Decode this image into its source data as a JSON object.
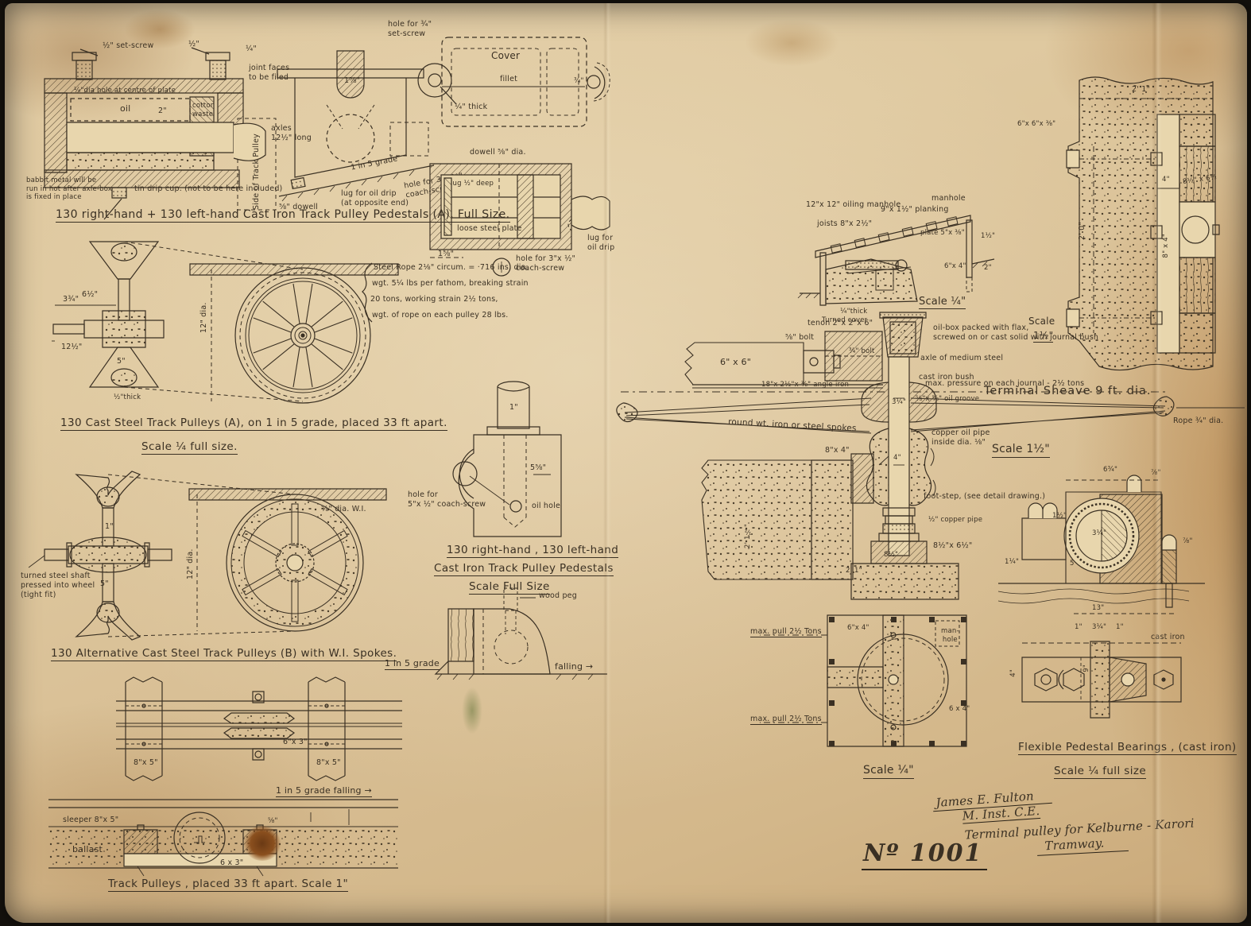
{
  "meta": {
    "ink": "#3a3023",
    "paper": "#dcc49f",
    "drawing_number": "Nº 1001"
  },
  "axlebox": {
    "set_screw": "½\" set-screw",
    "dim_half": "½\"",
    "dim_quarter": "¼\"",
    "center_hole": "¼\"dia hole at centre of plate",
    "oil": "oil",
    "dim_2": "2\"",
    "cotton1": "cotton",
    "cotton2": "waste",
    "joint1": "joint faces",
    "joint2": "to be filed",
    "side_label": "Side of Track Pulley",
    "axles1": "axles",
    "axles2": "12½\" long",
    "babbit1": "babbit metal will be",
    "babbit2": "run in hot after axle-box",
    "babbit3": "is fixed in place",
    "drip_cup": "tin drip cup. (not to be here included)"
  },
  "pedestal_front": {
    "bolt_dim": "1⅝\"",
    "grade": "1 in 5 grade",
    "dowell": "⅝\" dowell",
    "lug1": "lug for oil drip",
    "lug2": "(at opposite end)",
    "coach1": "hole for 3\"x ½\"",
    "coach2": "coach-screw"
  },
  "cover": {
    "hole1": "hole for ¾\"",
    "hole2": "set-screw",
    "title": "Cover",
    "fillet": "fillet",
    "thick": "¼\" thick",
    "dim": "¾\""
  },
  "body_section": {
    "dowell": "dowell ⅝\" dia.",
    "lug_deep": "lug ½\" deep",
    "loose_plate": "loose steel plate",
    "lug1": "lug for",
    "lug2": "oil drip",
    "dim": "1⅝\"",
    "coach1": "hole for 3\"x ½\"",
    "coach2": "coach-screw"
  },
  "caption_a": "130 right-hand + 130 left-hand Cast Iron Track Pulley Pedestals (A). Full Size.",
  "rope_note": {
    "l1": "Steel Rope 2⅛\" circum. = ·716 ins. dia.",
    "l2": "wgt. 5¼ lbs per fathom, breaking strain",
    "l3": "20 tons, working strain 2½ tons,",
    "l4": "wgt. of rope on each pulley 28 lbs."
  },
  "pulley_a": {
    "dim_658": "6½\"",
    "dim_334": "3¾\"",
    "dim_1212": "12½\"",
    "dim_5": "5\"",
    "thick": "½\"thick",
    "dia": "12\" dia.",
    "caption": "130 Cast Steel Track Pulleys (A), on 1 in 5 grade, placed 33 ft apart.",
    "scale": "Scale ¼ full size."
  },
  "pulley_b": {
    "note1": "turned steel shaft",
    "note2": "pressed into wheel",
    "note3": "(tight fit)",
    "dim_1": "1\"",
    "dim_5": "5\"",
    "dia": "12\" dia.",
    "spoke": "⅝\" dia. W.I.",
    "caption": "130 Alternative Cast Steel Track Pulleys (B) with W.I. Spokes."
  },
  "track_plan": {
    "sleeper_l": "8\"x 5\"",
    "sleeper_r": "8\"x 5\"",
    "beam": "6\"x 3\""
  },
  "track_section": {
    "grade": "1 in 5 grade falling →",
    "sleeper": "sleeper 8\"x 5\"",
    "ballast": "ballast",
    "beam": "6 x 3\"",
    "bolt": "⅝\"",
    "caption": "Track Pulleys , placed 33 ft apart.  Scale 1\""
  },
  "pedestal2": {
    "dim_1": "1\"",
    "dim_558": "5⅝\"",
    "oil_hole": "oil hole",
    "hole1": "hole for",
    "hole2": "5\"x ½\" coach-screw",
    "cap1": "130 right-hand , 130 left-hand",
    "cap2": "Cast Iron Track Pulley Pedestals",
    "cap3": "Scale Full Size",
    "wood_peg": "wood peg",
    "grade": "1 in 5 grade",
    "falling": "falling →"
  },
  "pit": {
    "oiling": "12\"x 12\" oiling manhole",
    "joists": "joists 8\"x 2½\"",
    "planking": "9\"x 1½\" planking",
    "manhole": "manhole",
    "plate": "plate 5\"x ⅜\"",
    "dim_112": "1½\"",
    "dim_64": "6\"x 4\"",
    "dim_2": "2\"",
    "scale": "Scale ¼\""
  },
  "corner_plan": {
    "dim_21": "2' 1\"",
    "angle": "6\"x 6\"x ⅜\"",
    "dim_20": "2' 0\"",
    "beam": "8\" x 4\"",
    "dim_4": "4\"",
    "block": "8½\" x 6½",
    "scale_word": "Scale",
    "scale_val": "1½\""
  },
  "sheave": {
    "cover1": "¼\"thick",
    "cover2": "Turned cover",
    "oilbox1": "oil-box packed with flax,",
    "oilbox2": "screwed on or cast solid with journal bush",
    "axle": "axle of medium steel",
    "bush": "cast iron bush",
    "tenon": "tenon 2\"x 2\"x 6\"",
    "bolt58": "⅝\" bolt",
    "bolt34": "¾\" bolt",
    "beam66": "6\" x 6\"",
    "angle_iron": "18\"x 2½\"x ⅜\" angle-iron",
    "pressure": "max. pressure on each journal - 2½ tons",
    "groove": "⅝\"x ⅝\" oil groove",
    "title": "Terminal Sheave 9 ft. dia.",
    "copper1": "copper oil pipe",
    "copper2": "inside dia. ⅛\"",
    "spokes": "round wt. iron or steel spokes",
    "rope": "Rope ¾\" dia.",
    "dim_314": "3¼\"",
    "dim_4": "4\"",
    "scale": "Scale 1½\"",
    "beam84": "8\"x 4\"",
    "footstep": "foot-step, (see detail drawing.)",
    "copper_pipe": "½\" copper pipe",
    "base": "8½\"x 6½\"",
    "dim_812": "8½\"",
    "dim_21": "2' 1\"",
    "dim_2112": "2' 1½\""
  },
  "plan_sq": {
    "pull_top": "max. pull 2½ Tons",
    "pull_bottom": "max. pull 2½ Tons",
    "beam_a": "6\"x 4\"",
    "beam_b": "6 x 4\"",
    "manhole1": "man-",
    "manhole2": "hole",
    "scale": "Scale ¼\""
  },
  "flex": {
    "dim_634": "6¾\"",
    "bolt_a": "⅞\"",
    "bolt_b": "⅞\"",
    "dim_112": "1½\"",
    "dim_114": "1¼\"",
    "dim_314a": "3¼\"",
    "dim_5": "5",
    "dim_13": "13\"",
    "cast_iron": "cast iron",
    "dim_1a": "1\"",
    "dim_314b": "3¼\"",
    "dim_1b": "1\"",
    "dim_4": "4\"",
    "dim_9": "9\"",
    "cap1": "Flexible Pedestal Bearings , (cast iron)",
    "cap2": "Scale ¼ full size"
  },
  "footer": {
    "number": "Nº 1001",
    "sig1": "James E. Fulton",
    "sig2": "M. Inst. C.E.",
    "note1": "Terminal pulley for Kelburne - Karori",
    "note2": "Tramway."
  }
}
